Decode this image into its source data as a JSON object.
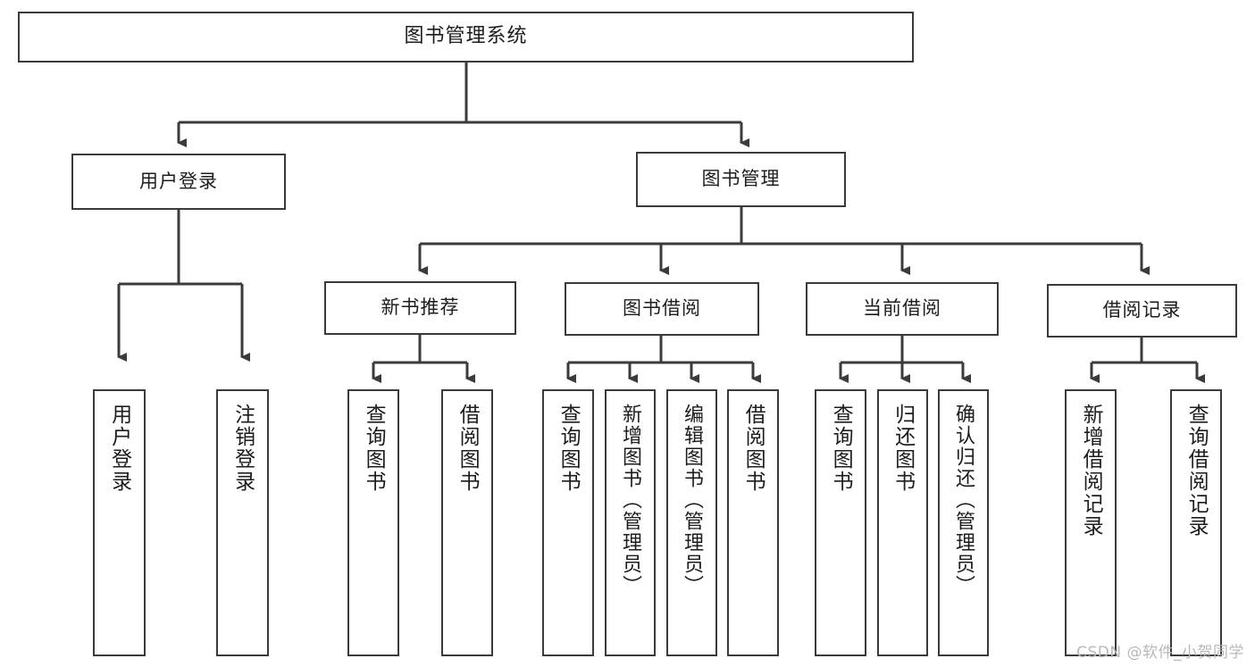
{
  "diagram": {
    "title": "图书管理系统",
    "type": "tree",
    "root": {
      "id": "root",
      "label": "图书管理系统"
    },
    "level2": [
      {
        "id": "user-login",
        "label": "用户登录"
      },
      {
        "id": "book-manage",
        "label": "图书管理"
      }
    ],
    "level3": [
      {
        "id": "new-book-rec",
        "label": "新书推荐",
        "parent": "book-manage"
      },
      {
        "id": "book-borrow",
        "label": "图书借阅",
        "parent": "book-manage"
      },
      {
        "id": "current-borrow",
        "label": "当前借阅",
        "parent": "book-manage"
      },
      {
        "id": "borrow-record",
        "label": "借阅记录",
        "parent": "book-manage"
      }
    ],
    "leaves": [
      {
        "id": "leaf-user-login",
        "label": "用户登录",
        "parent": "user-login"
      },
      {
        "id": "leaf-logout",
        "label": "注销登录",
        "parent": "user-login"
      },
      {
        "id": "leaf-query-book-rec",
        "label": "查询图书",
        "parent": "new-book-rec"
      },
      {
        "id": "leaf-borrow-book-rec",
        "label": "借阅图书",
        "parent": "new-book-rec"
      },
      {
        "id": "leaf-query-book-borrow",
        "label": "查询图书",
        "parent": "book-borrow"
      },
      {
        "id": "leaf-add-book",
        "label": "新增图书（管理员）",
        "parent": "book-borrow"
      },
      {
        "id": "leaf-edit-book",
        "label": "编辑图书（管理员）",
        "parent": "book-borrow"
      },
      {
        "id": "leaf-borrow-book",
        "label": "借阅图书",
        "parent": "book-borrow"
      },
      {
        "id": "leaf-query-book-cur",
        "label": "查询图书",
        "parent": "current-borrow"
      },
      {
        "id": "leaf-return-book",
        "label": "归还图书",
        "parent": "current-borrow"
      },
      {
        "id": "leaf-confirm-return",
        "label": "确认归还（管理员）",
        "parent": "current-borrow"
      },
      {
        "id": "leaf-add-record",
        "label": "新增借阅记录",
        "parent": "borrow-record"
      },
      {
        "id": "leaf-query-record",
        "label": "查询借阅记录",
        "parent": "borrow-record"
      }
    ]
  },
  "watermark": {
    "text": "CSDN @软件_小贺同学"
  },
  "colors": {
    "border": "#3b3b3b",
    "line": "#3b3b3b",
    "background": "#ffffff",
    "text": "#1d1d1d",
    "watermark": "#b8b8b8"
  }
}
